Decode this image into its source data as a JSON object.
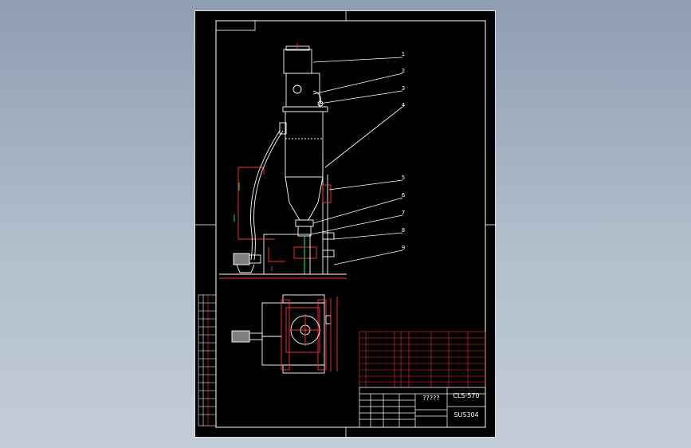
{
  "title_block": {
    "drawing_title": "?????",
    "drawing_number": "CLS-570",
    "material": "SUS304"
  },
  "callouts": [
    "1",
    "2",
    "3",
    "4",
    "5",
    "6",
    "7",
    "8",
    "9"
  ]
}
